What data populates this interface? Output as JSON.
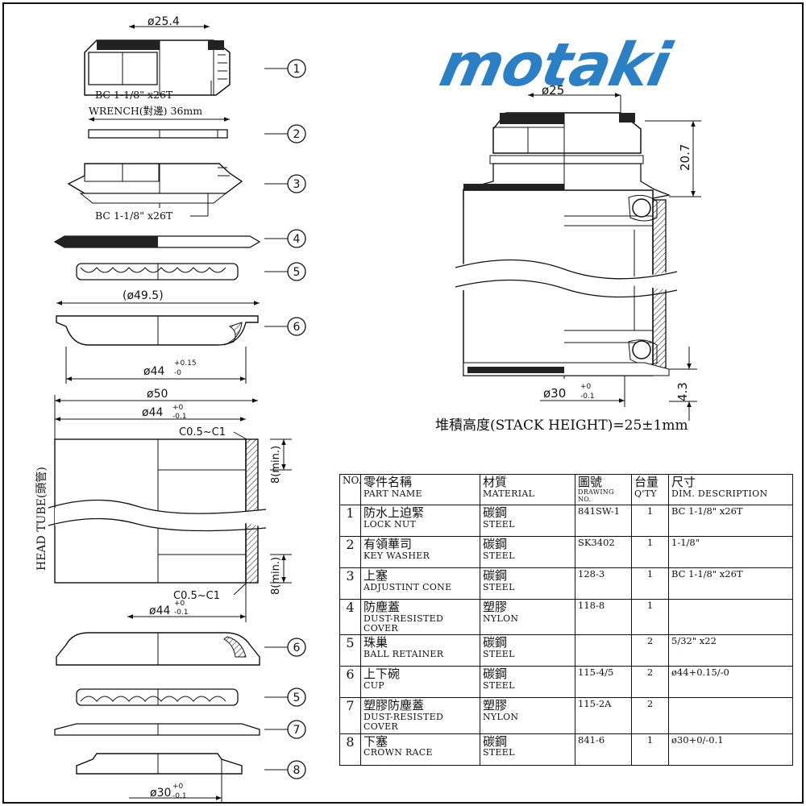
{
  "brand": {
    "logo_text": "motaki",
    "color": "#2b7fc4"
  },
  "left_column": {
    "dim_top_diameter": "ø25.4",
    "lock_nut_thread": "BC 1-1/8\" x26T",
    "wrench_label": "WRENCH(對邊) 36mm",
    "cone_thread": "BC 1-1/8\" x26T",
    "cup_outer_diameter": "(ø49.5)",
    "cup_press_diameter": "ø44",
    "cup_press_tol_upper": "+0.15",
    "cup_press_tol_lower": "-0",
    "head_tube_outer": "ø50",
    "head_tube_inner": "ø44",
    "head_tube_tol_upper": "+0",
    "head_tube_tol_lower": "-0.1",
    "chamfer_top": "C0.5~C1",
    "chamfer_bottom": "C0.5~C1",
    "min_depth_top": "8(min.)",
    "min_depth_bottom": "8(min.)",
    "head_tube_label": "HEAD TUBE(頭管)",
    "bottom_inner": "ø44",
    "bottom_inner_tol_upper": "+0",
    "bottom_inner_tol_lower": "-0.1",
    "crown_race_diameter": "ø30",
    "crown_race_tol_upper": "+0",
    "crown_race_tol_lower": "-0.1"
  },
  "callouts": [
    "1",
    "2",
    "3",
    "4",
    "5",
    "6",
    "6",
    "5",
    "7",
    "8"
  ],
  "assembly": {
    "top_diameter": "ø25",
    "height_dim": "20.7",
    "bottom_dim": "4.3",
    "race_diameter": "ø30",
    "race_tol_upper": "+0",
    "race_tol_lower": "-0.1",
    "stack_height": "堆積高度(STACK HEIGHT)=25±1mm"
  },
  "table": {
    "headers": {
      "no": "NO.",
      "part_zh": "零件名稱",
      "part_en": "PART NAME",
      "mat_zh": "材質",
      "mat_en": "MATERIAL",
      "draw_zh": "圖號",
      "draw_en": "DRAWING NO.",
      "qty_zh": "台量",
      "qty_en": "Q'TY",
      "dim_zh": "尺寸",
      "dim_en": "DIM. DESCRIPTION"
    },
    "rows": [
      {
        "no": "1",
        "zh": "防水上迫緊",
        "en": "LOCK NUT",
        "mat_zh": "碳鋼",
        "mat_en": "STEEL",
        "draw": "841SW-1",
        "qty": "1",
        "dim": "BC 1-1/8\" x26T"
      },
      {
        "no": "2",
        "zh": "有領華司",
        "en": "KEY WASHER",
        "mat_zh": "碳鋼",
        "mat_en": "STEEL",
        "draw": "SK3402",
        "qty": "1",
        "dim": "1-1/8\""
      },
      {
        "no": "3",
        "zh": "上塞",
        "en": "ADJUSTINT CONE",
        "mat_zh": "碳鋼",
        "mat_en": "STEEL",
        "draw": "128-3",
        "qty": "1",
        "dim": "BC 1-1/8\" x26T"
      },
      {
        "no": "4",
        "zh": "防塵蓋",
        "en": "DUST-RESISTED COVER",
        "mat_zh": "塑膠",
        "mat_en": "NYLON",
        "draw": "118-8",
        "qty": "1",
        "dim": ""
      },
      {
        "no": "5",
        "zh": "珠巢",
        "en": "BALL RETAINER",
        "mat_zh": "碳鋼",
        "mat_en": "STEEL",
        "draw": "",
        "qty": "2",
        "dim": "5/32\" x22"
      },
      {
        "no": "6",
        "zh": "上下碗",
        "en": "CUP",
        "mat_zh": "碳鋼",
        "mat_en": "STEEL",
        "draw": "115-4/5",
        "qty": "2",
        "dim": "ø44+0.15/-0"
      },
      {
        "no": "7",
        "zh": "塑膠防塵蓋",
        "en": "DUST-RESISTED COVER",
        "mat_zh": "塑膠",
        "mat_en": "NYLON",
        "draw": "115-2A",
        "qty": "2",
        "dim": ""
      },
      {
        "no": "8",
        "zh": "下塞",
        "en": "CROWN RACE",
        "mat_zh": "碳鋼",
        "mat_en": "STEEL",
        "draw": "841-6",
        "qty": "1",
        "dim": "ø30+0/-0.1"
      }
    ]
  }
}
